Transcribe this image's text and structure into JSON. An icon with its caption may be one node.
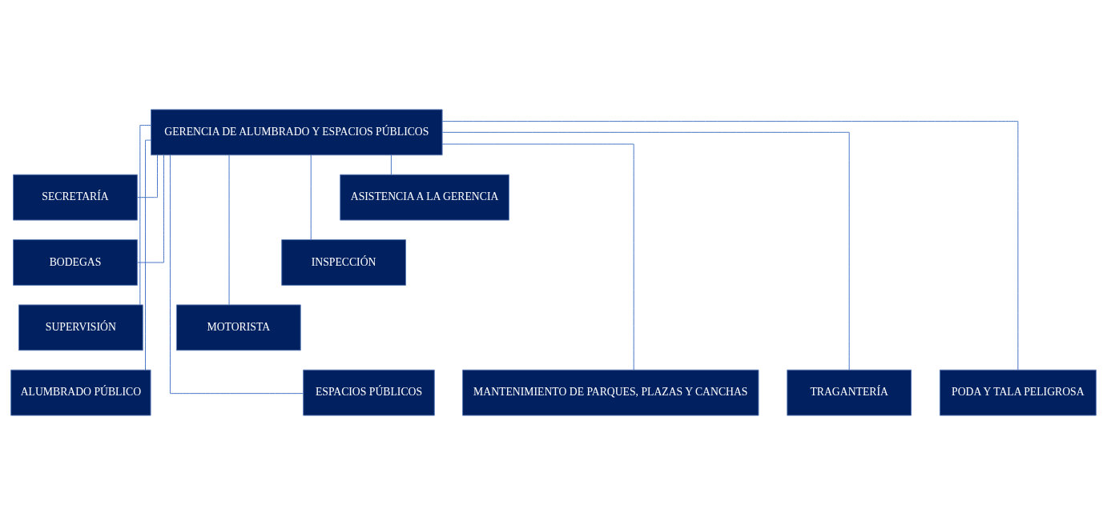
{
  "diagram": {
    "nodes": [
      {
        "text": [
          "GERENCIA DE ALUMBRADO Y ESPACIOS PÚBLICOS"
        ]
      },
      {
        "text": [
          "SECRETARÍA"
        ]
      },
      {
        "text": [
          "ASISTENCIA A LA GERENCIA"
        ]
      },
      {
        "text": [
          "BODEGAS"
        ]
      },
      {
        "text": [
          "INSPECCIÓN"
        ]
      },
      {
        "text": [
          "SUPERVISIÓN"
        ]
      },
      {
        "text": [
          "MOTORISTA"
        ]
      },
      {
        "text": [
          "ESPACIOS PÚBLICOS"
        ]
      },
      {
        "text": [
          "MANTENIMIENTO DE PARQUES, PLAZAS Y CANCHAS"
        ]
      },
      {
        "text": [
          "ALUMBRADO PÚBLICO"
        ]
      },
      {
        "text": [
          "TRAGANTERÍA"
        ]
      },
      {
        "text": [
          "PODA Y TALA PELIGROSA"
        ]
      }
    ],
    "edges": [
      {
        "from": 0,
        "to": 1,
        "arrow": "none"
      },
      {
        "from": 0,
        "to": 2,
        "arrow": "none"
      },
      {
        "from": 0,
        "to": 3,
        "arrow": "none"
      },
      {
        "from": 0,
        "to": 4,
        "arrow": "none"
      },
      {
        "from": 0,
        "to": 5,
        "arrow": "none"
      },
      {
        "from": 0,
        "to": 6,
        "arrow": "none"
      },
      {
        "from": 0,
        "to": 7,
        "arrow": "none"
      },
      {
        "from": 0,
        "to": 8,
        "arrow": "none"
      },
      {
        "from": 0,
        "to": 9,
        "arrow": "none"
      },
      {
        "from": 0,
        "to": 10,
        "arrow": "none"
      },
      {
        "from": 0,
        "to": 11,
        "arrow": "none"
      }
    ]
  }
}
